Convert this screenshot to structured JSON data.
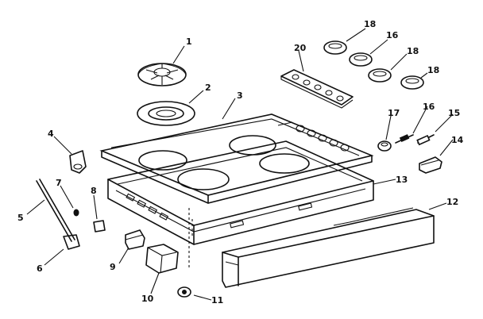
{
  "callouts": [
    {
      "id": "c1",
      "text": "1"
    },
    {
      "id": "c2",
      "text": "2"
    },
    {
      "id": "c3",
      "text": "3"
    },
    {
      "id": "c4",
      "text": "4"
    },
    {
      "id": "c5",
      "text": "5"
    },
    {
      "id": "c6",
      "text": "6"
    },
    {
      "id": "c7",
      "text": "7"
    },
    {
      "id": "c8",
      "text": "8"
    },
    {
      "id": "c9",
      "text": "9"
    },
    {
      "id": "c10",
      "text": "10"
    },
    {
      "id": "c11",
      "text": "11"
    },
    {
      "id": "c12",
      "text": "12"
    },
    {
      "id": "c13",
      "text": "13"
    },
    {
      "id": "c14",
      "text": "14"
    },
    {
      "id": "c15",
      "text": "15"
    },
    {
      "id": "c16a",
      "text": "16"
    },
    {
      "id": "c16b",
      "text": "16"
    },
    {
      "id": "c17",
      "text": "17"
    },
    {
      "id": "c18a",
      "text": "18"
    },
    {
      "id": "c18b",
      "text": "18"
    },
    {
      "id": "c18c",
      "text": "18"
    },
    {
      "id": "c20",
      "text": "20"
    }
  ]
}
